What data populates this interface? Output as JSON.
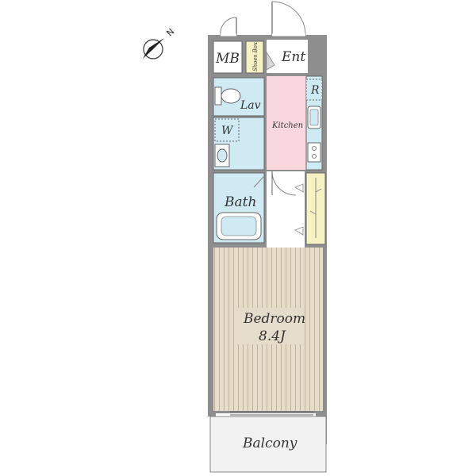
{
  "compass": {
    "label": "N",
    "icon": "north-arrow-icon"
  },
  "rooms": {
    "mb": "MB",
    "shoes_box": "Shoes Box",
    "entrance": "Ent",
    "refrigerator": "R",
    "lavatory": "Lav",
    "kitchen": "Kitchen",
    "washer": "W",
    "bath": "Bath",
    "bedroom": "Bedroom",
    "bedroom_size": "8.4J",
    "balcony": "Balcony"
  },
  "colors": {
    "wall": "#8e8e8e",
    "wet_area": "#cfeaf3",
    "kitchen": "#f8d8de",
    "bedroom_floor": "#e3dac8",
    "shoes_box": "#f7f2c4",
    "closet": "#f7f2c4",
    "balcony": "#f2f2f2"
  }
}
